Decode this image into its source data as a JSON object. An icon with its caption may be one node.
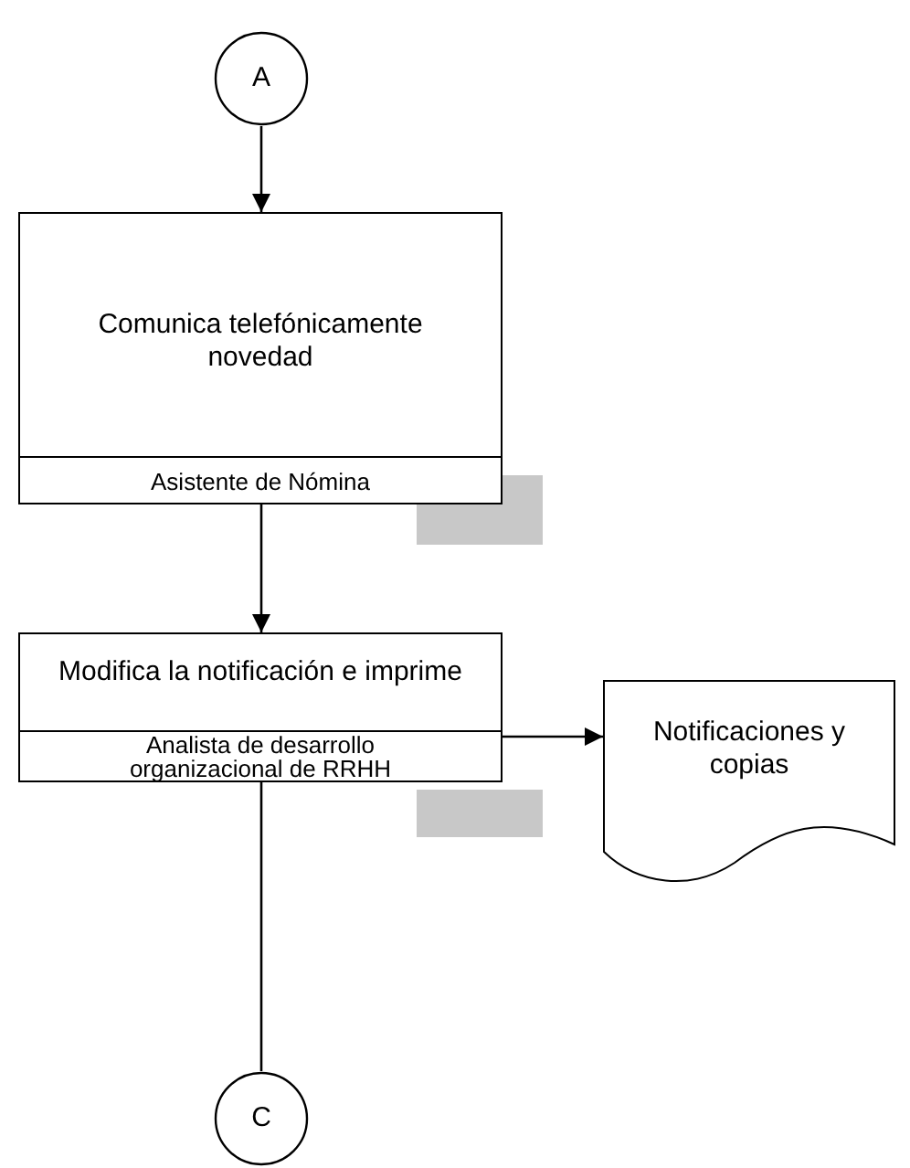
{
  "diagram": {
    "nodes": [
      {
        "text": [
          "A"
        ]
      },
      {
        "text": [
          "Comunica telefónicamente novedad",
          "Asistente de Nómina"
        ]
      },
      {
        "text": [
          "Modifica la notificación e imprime",
          "Analista de desarrollo organizacional de RRHH"
        ]
      },
      {
        "text": [
          "Notificaciones y copias"
        ]
      },
      {
        "text": [
          "C"
        ]
      }
    ],
    "edges": [
      {
        "from": 0,
        "to": 1,
        "arrow": "to"
      },
      {
        "from": 1,
        "to": 2,
        "arrow": "to"
      },
      {
        "from": 2,
        "to": 3,
        "arrow": "to"
      },
      {
        "from": 2,
        "to": 4,
        "arrow": "none"
      }
    ]
  }
}
